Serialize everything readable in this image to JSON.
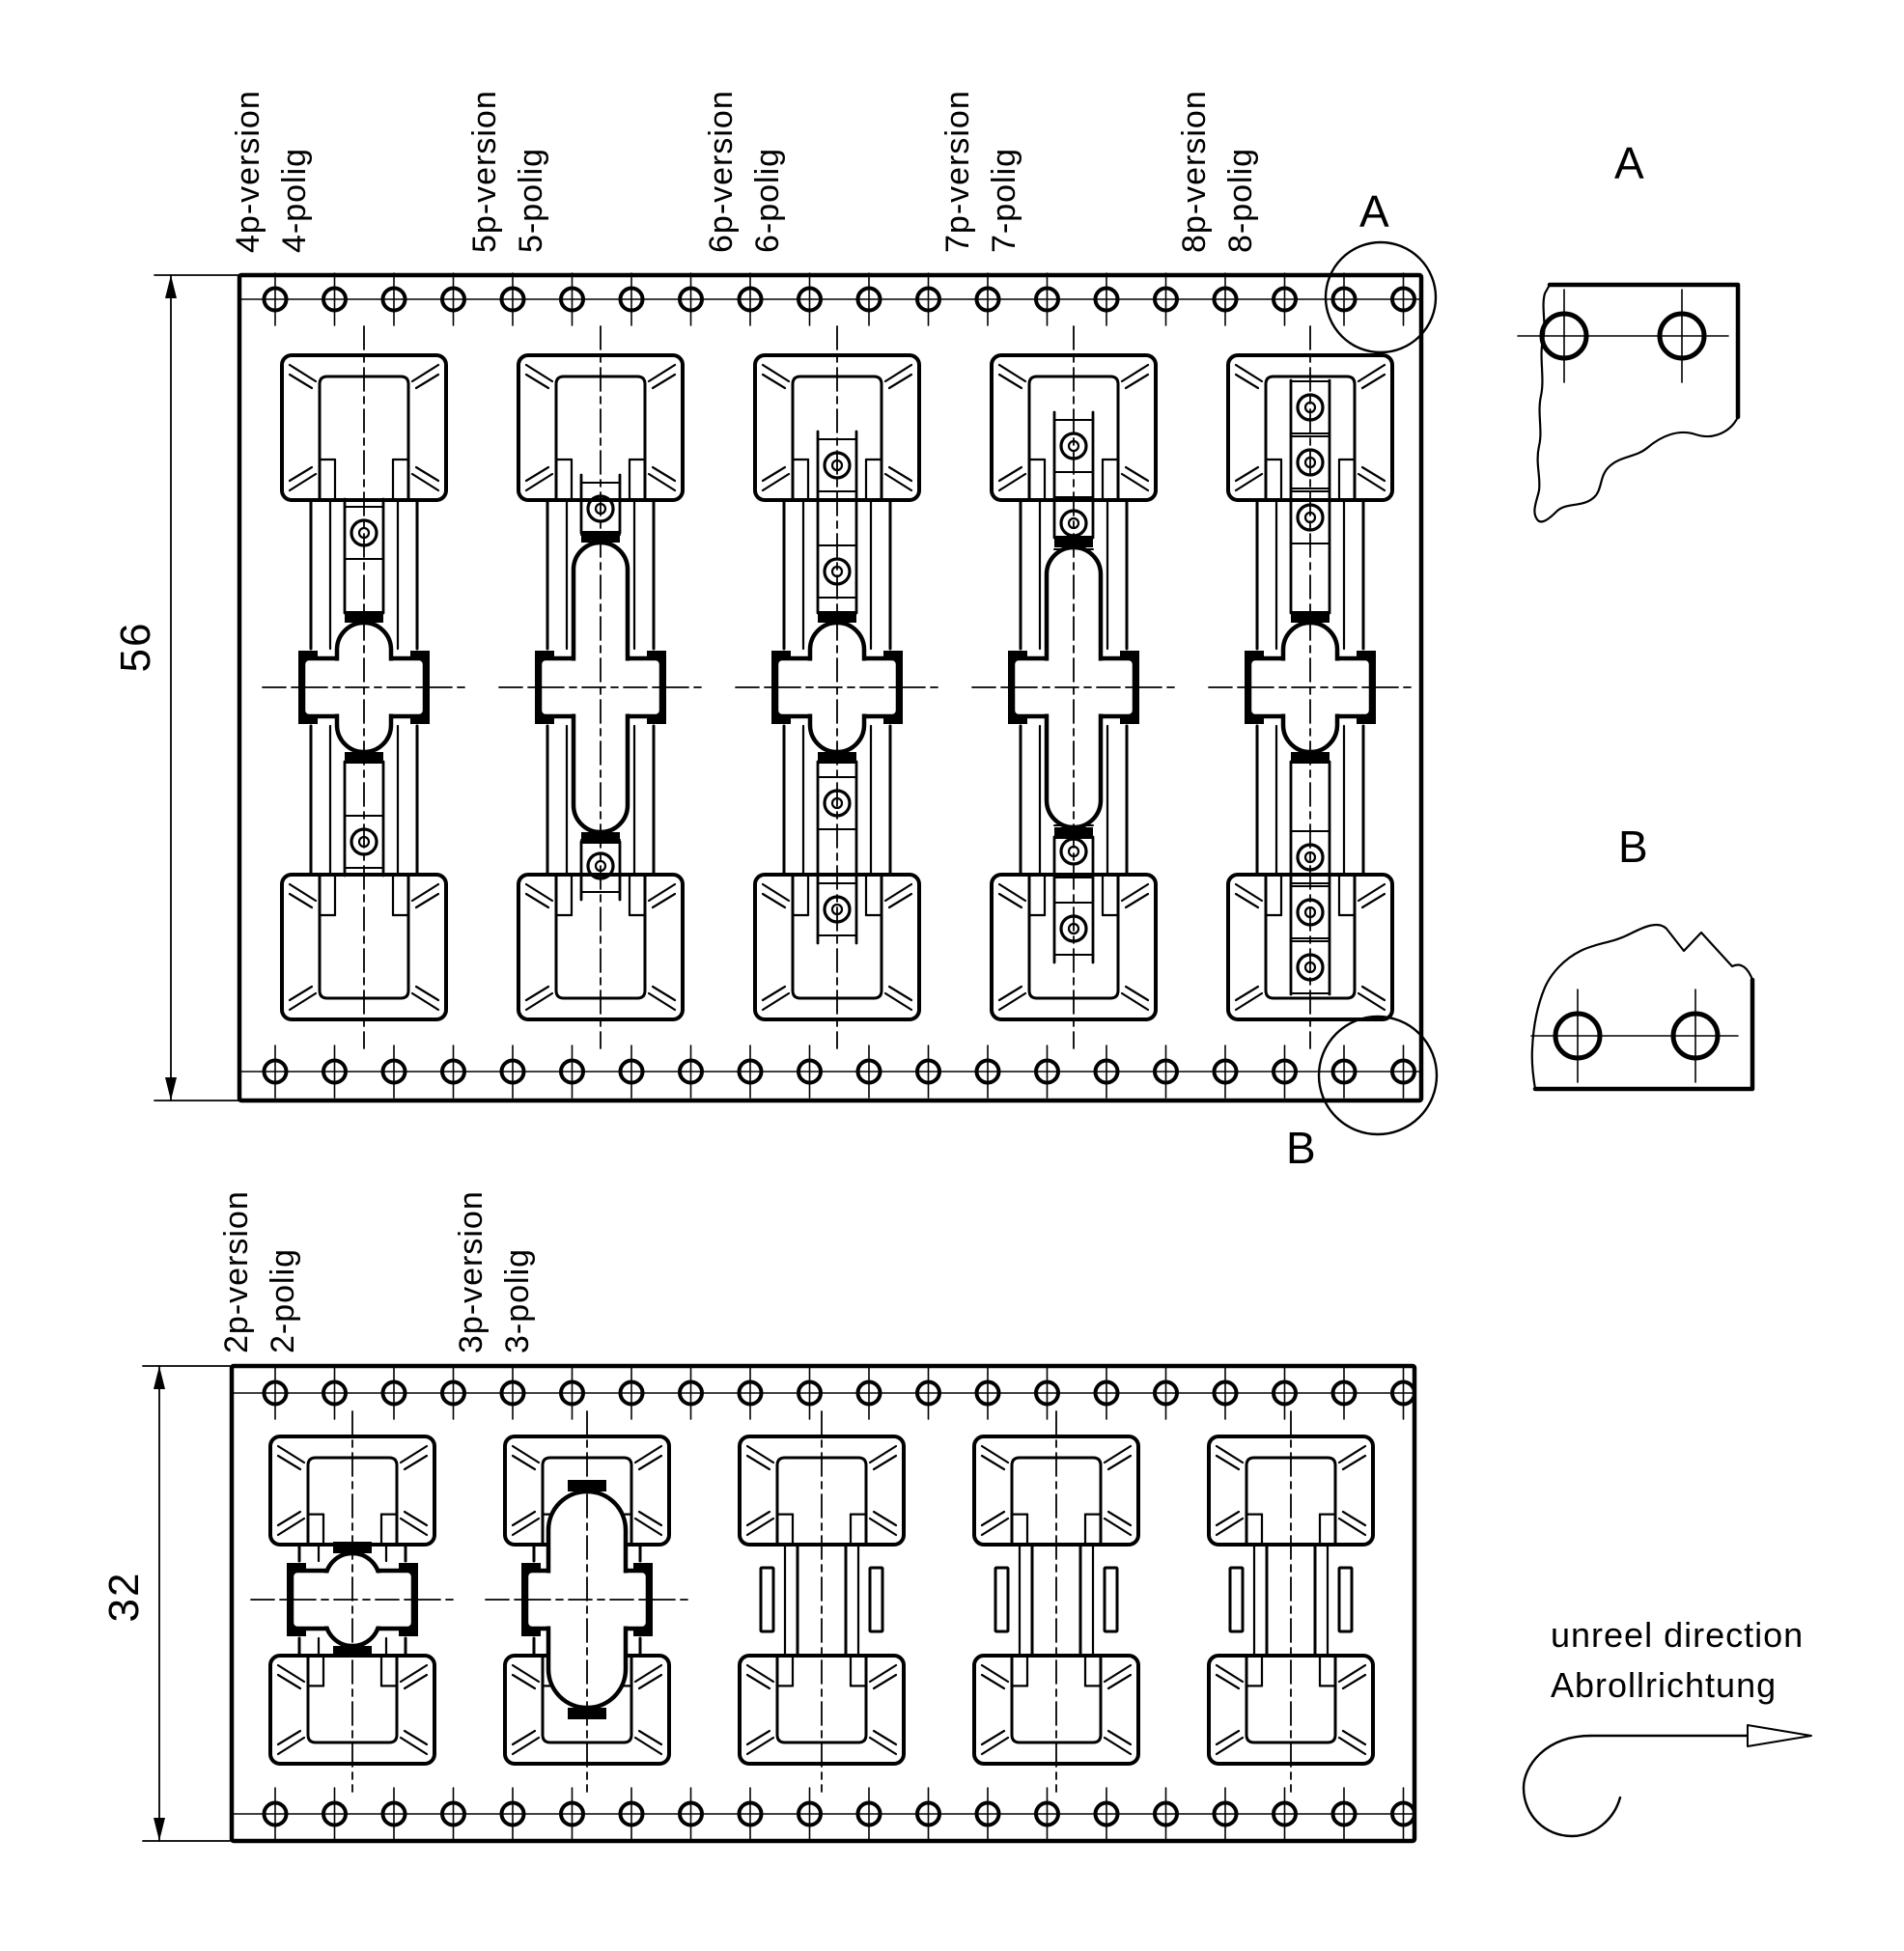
{
  "dims": {
    "top_strip_height": "56",
    "bottom_strip_height": "32"
  },
  "top_labels": [
    {
      "line1": "4p-version",
      "line2": "4-polig"
    },
    {
      "line1": "5p-version",
      "line2": "5-polig"
    },
    {
      "line1": "6p-version",
      "line2": "6-polig"
    },
    {
      "line1": "7p-version",
      "line2": "7-polig"
    },
    {
      "line1": "8p-version",
      "line2": "8-polig"
    }
  ],
  "bottom_labels": [
    {
      "line1": "2p-version",
      "line2": "2-polig"
    },
    {
      "line1": "3p-version",
      "line2": "3-polig"
    }
  ],
  "markers": {
    "tape_detail_a": "A",
    "tape_detail_b": "B",
    "view_a_title": "A",
    "view_b_title": "B"
  },
  "unreel": {
    "line1": "unreel direction",
    "line2": "Abrollrichtung"
  },
  "colors": {
    "ink": "#000000",
    "paper": "#ffffff"
  }
}
